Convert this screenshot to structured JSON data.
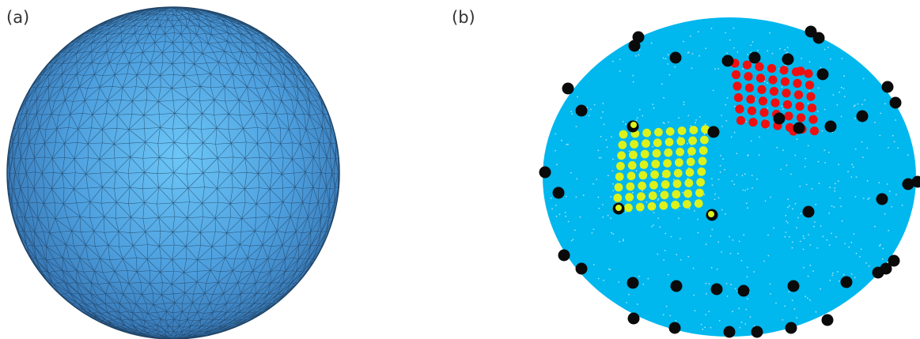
{
  "panels": {
    "a": {
      "label": "(a)"
    },
    "b": {
      "label": "(b)"
    }
  },
  "colors": {
    "mesh_light": "#66bff3",
    "mesh_mid": "#4a98da",
    "mesh_dark": "#1f5a8c",
    "mesh_edge": "#1d3d5c",
    "point_cloud": "#00b7ee",
    "cluster_red": "#ee1010",
    "cluster_yellow": "#ddf21a",
    "outlier_black": "#0a0a0a"
  },
  "clusters": {
    "red_count": 44,
    "yellow_count": 64,
    "black_marker_count": 44
  }
}
